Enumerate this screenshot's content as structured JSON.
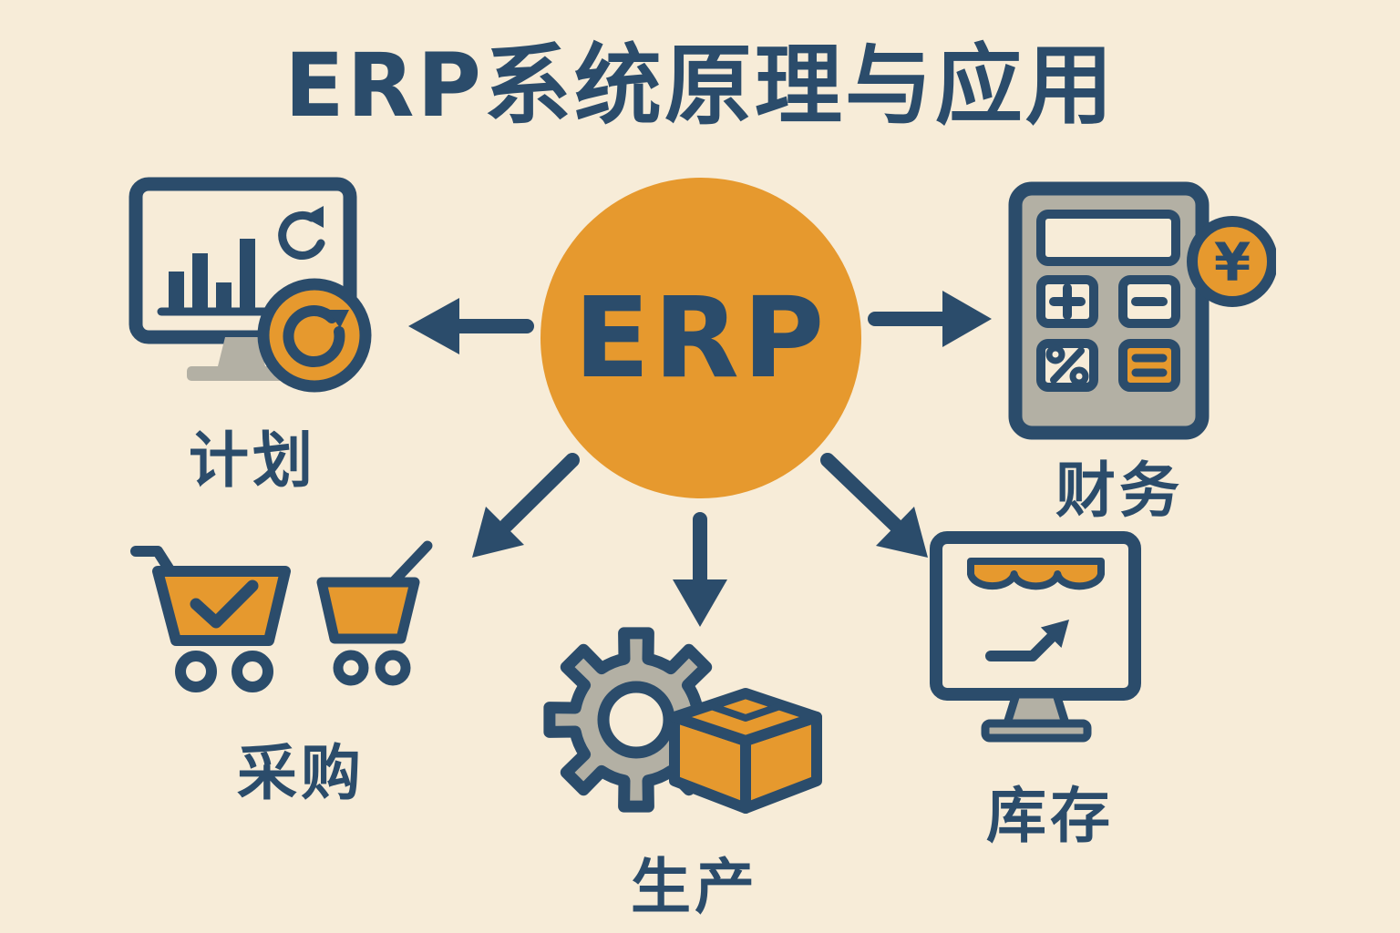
{
  "title": "ERP系统原理与应用",
  "center": {
    "label": "ERP"
  },
  "colors": {
    "background": "#f7ecd8",
    "navy": "#2b4c6b",
    "orange": "#e6992e",
    "gray": "#b3b0a4"
  },
  "nodes": {
    "planning": {
      "label": "计划",
      "icon": "monitor-bar-chart-sync-icon"
    },
    "finance": {
      "label": "财务",
      "icon": "calculator-yuan-coin-icon"
    },
    "procurement": {
      "label": "采购",
      "icon": "shopping-carts-icon"
    },
    "production": {
      "label": "生产",
      "icon": "gear-package-box-icon"
    },
    "inventory": {
      "label": "库存",
      "icon": "storefront-monitor-icon"
    }
  },
  "finance_icon": {
    "coin_symbol": "¥",
    "button_symbols": [
      "+",
      "−",
      "%",
      "="
    ]
  }
}
